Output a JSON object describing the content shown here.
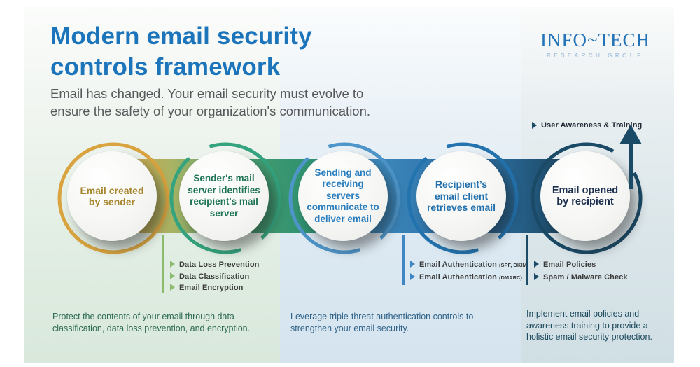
{
  "header": {
    "title_line1": "Modern email security",
    "title_line2": "controls framework",
    "subtitle_line1": "Email has changed. Your email security must evolve to",
    "subtitle_line2": "ensure the safety of your organization's communication.",
    "title_color": "#1C75BB"
  },
  "logo": {
    "name": "INFO~TECH",
    "tagline": "RESEARCH GROUP",
    "color": "#2273B8"
  },
  "steps": [
    {
      "label": "Email created by sender",
      "ring_color": "#D9A440",
      "text_color": "#A7862F"
    },
    {
      "label": "Sender's mail server identifies recipient's mail server",
      "ring_color": "#34A37E",
      "text_color": "#1D7355"
    },
    {
      "label": "Sending and receiving servers communicate to deliver email",
      "ring_color": "#4E95C9",
      "text_color": "#2B7FBE"
    },
    {
      "label": "Recipient’s email client retrieves email",
      "ring_color": "#2373AF",
      "text_color": "#2170AD"
    },
    {
      "label": "Email opened by recipient",
      "ring_color": "#1B4A66",
      "text_color": "#1B2F4E"
    }
  ],
  "top_annotation": {
    "label": "User Awareness & Training",
    "accent_color": "#1B4A66"
  },
  "bullet_groups": [
    {
      "accent_color": "#8CBB6E",
      "items": [
        {
          "text": "Data Loss Prevention"
        },
        {
          "text": "Data Classification"
        },
        {
          "text": "Email Encryption"
        }
      ]
    },
    {
      "accent_color": "#3F86C5",
      "items": [
        {
          "text": "Email Authentication",
          "suffix": "(SPF, DKIM)"
        },
        {
          "text": "Email Authentication",
          "suffix": "(DMARC)"
        }
      ]
    },
    {
      "accent_color": "#1C4B67",
      "items": [
        {
          "text": "Email Policies"
        },
        {
          "text": "Spam / Malware Check"
        }
      ]
    }
  ],
  "footnotes": [
    {
      "text": "Protect the contents of your email through data classification, data loss prevention, and encryption."
    },
    {
      "text": "Leverage triple-threat authentication controls to strengthen your email security."
    },
    {
      "text": "Implement email policies and awareness training to provide a holistic email security protection."
    }
  ],
  "band_colors": [
    "#D4A243",
    "#A9B364",
    "#4FA06F",
    "#2E9170",
    "#3F8CBE",
    "#2F74AB",
    "#1C4660"
  ]
}
